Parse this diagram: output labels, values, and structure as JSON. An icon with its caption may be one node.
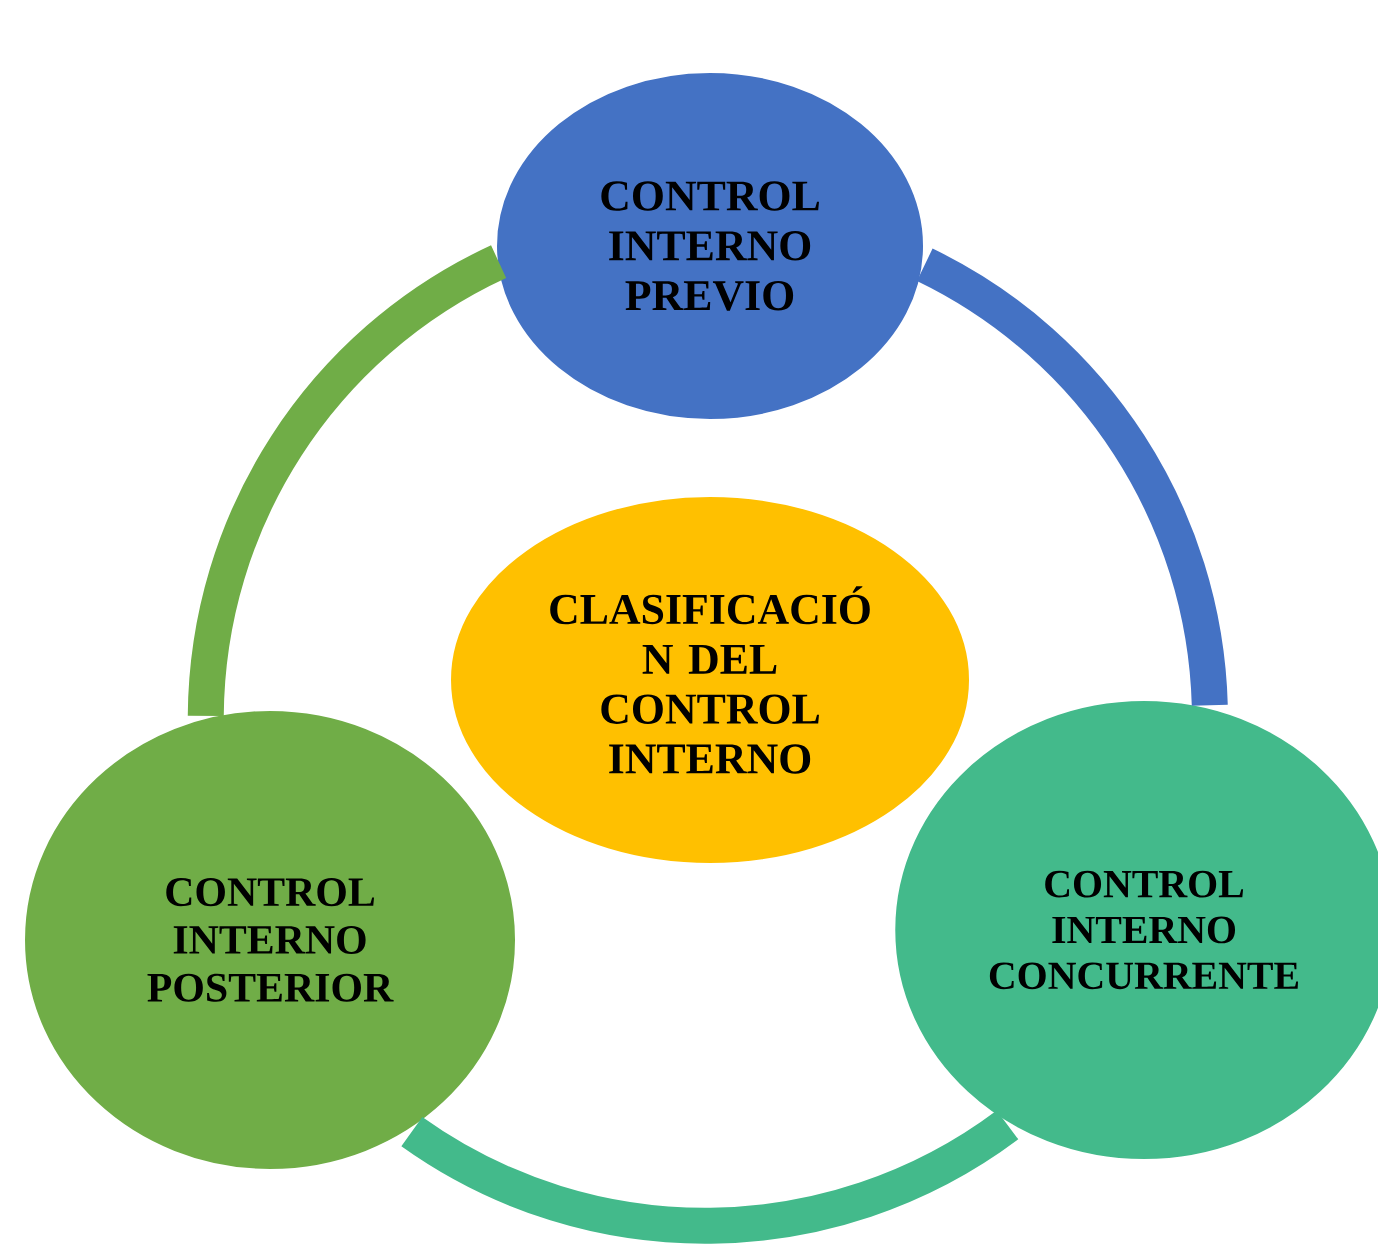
{
  "diagram": {
    "nodes": [
      {
        "text": [
          "CONTROL INTERNO PREVIO"
        ]
      },
      {
        "text": [
          "CLASIFICACIÓ N DEL CONTROL INTERNO"
        ]
      },
      {
        "text": [
          "CONTROL INTERNO POSTERIOR"
        ]
      },
      {
        "text": [
          "CONTROL INTERNO CONCURRENTE"
        ]
      }
    ],
    "edges": [
      {
        "from": 0,
        "to": 3,
        "arrow": "none",
        "color": "#4472c4"
      },
      {
        "from": 3,
        "to": 2,
        "arrow": "none",
        "color": "#43ba8b"
      },
      {
        "from": 2,
        "to": 0,
        "arrow": "none",
        "color": "#70ad47"
      }
    ]
  }
}
